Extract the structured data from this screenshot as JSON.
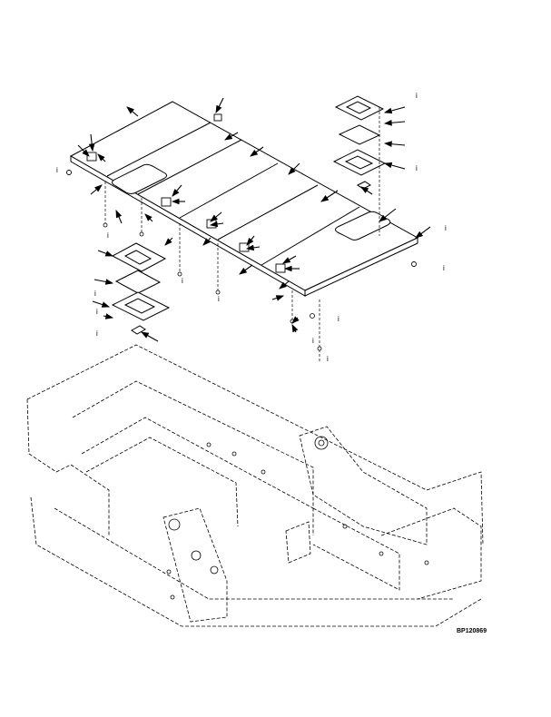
{
  "figure": {
    "reference_code": "BP120869",
    "callout_ticks": [
      "i",
      "i",
      "i",
      "i",
      "i",
      "i",
      "i",
      "i",
      "i",
      "i",
      "i",
      "i",
      "i",
      "i"
    ]
  },
  "colors": {
    "ink": "#000000",
    "panel": "#ffffff"
  }
}
